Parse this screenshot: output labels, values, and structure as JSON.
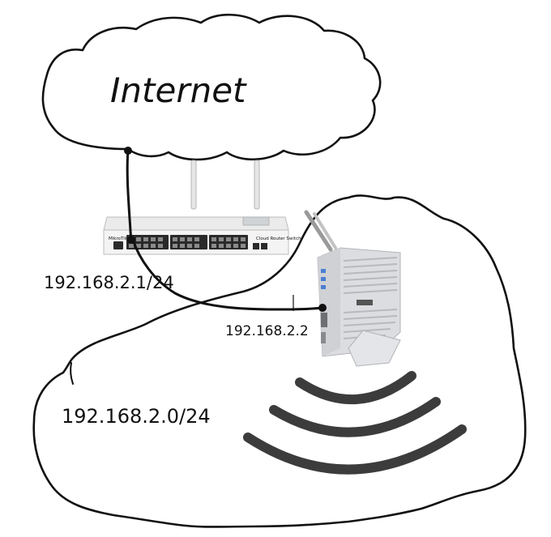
{
  "labels": {
    "internet": "Internet",
    "router_ip": "192.168.2.1/24",
    "host_ip": "192.168.2.2",
    "network": "192.168.2.0/24",
    "router_brand": "MikroTik",
    "router_model": "Cloud Router Switch"
  },
  "colors": {
    "ink": "#111111",
    "wave": "#3c3c3c",
    "router_body": "#f2f2f2",
    "port": "#2a2a2a",
    "pc_body": "#dcdde0",
    "pc_accent": "#4a7fd1"
  },
  "icons": {
    "router": "router-icon",
    "mini_pc": "mini-pc-icon",
    "wifi": "wifi-signal-icon"
  }
}
